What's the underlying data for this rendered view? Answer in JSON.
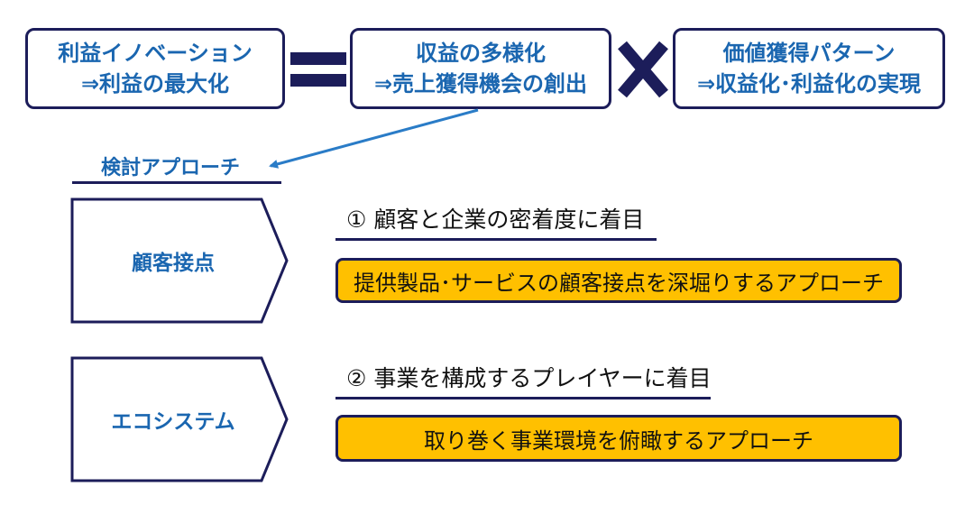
{
  "top_row": {
    "box1": {
      "line1": "利益イノベーション",
      "line2": "⇒利益の最大化"
    },
    "box2": {
      "line1": "収益の多様化",
      "line2": "⇒売上獲得機会の創出"
    },
    "box3": {
      "line1": "価値獲得パターン",
      "line2": "⇒収益化･利益化の実現"
    },
    "equals_symbol": "=",
    "times_symbol": "×"
  },
  "approach_section": {
    "heading": "検討アプローチ"
  },
  "rows": [
    {
      "label": "顧客接点",
      "focus": "①  顧客と企業の密着度に着目",
      "approach": "提供製品･サービスの顧客接点を深堀りするアプローチ"
    },
    {
      "label": "エコシステム",
      "focus": "②  事業を構成するプレイヤーに着目",
      "approach": "取り巻く事業環境を俯瞰するアプローチ"
    }
  ],
  "colors": {
    "navy": "#1c1d5a",
    "blue_text": "#1a66b0",
    "highlight": "#ffc000",
    "arrow": "#2a7cc7"
  }
}
